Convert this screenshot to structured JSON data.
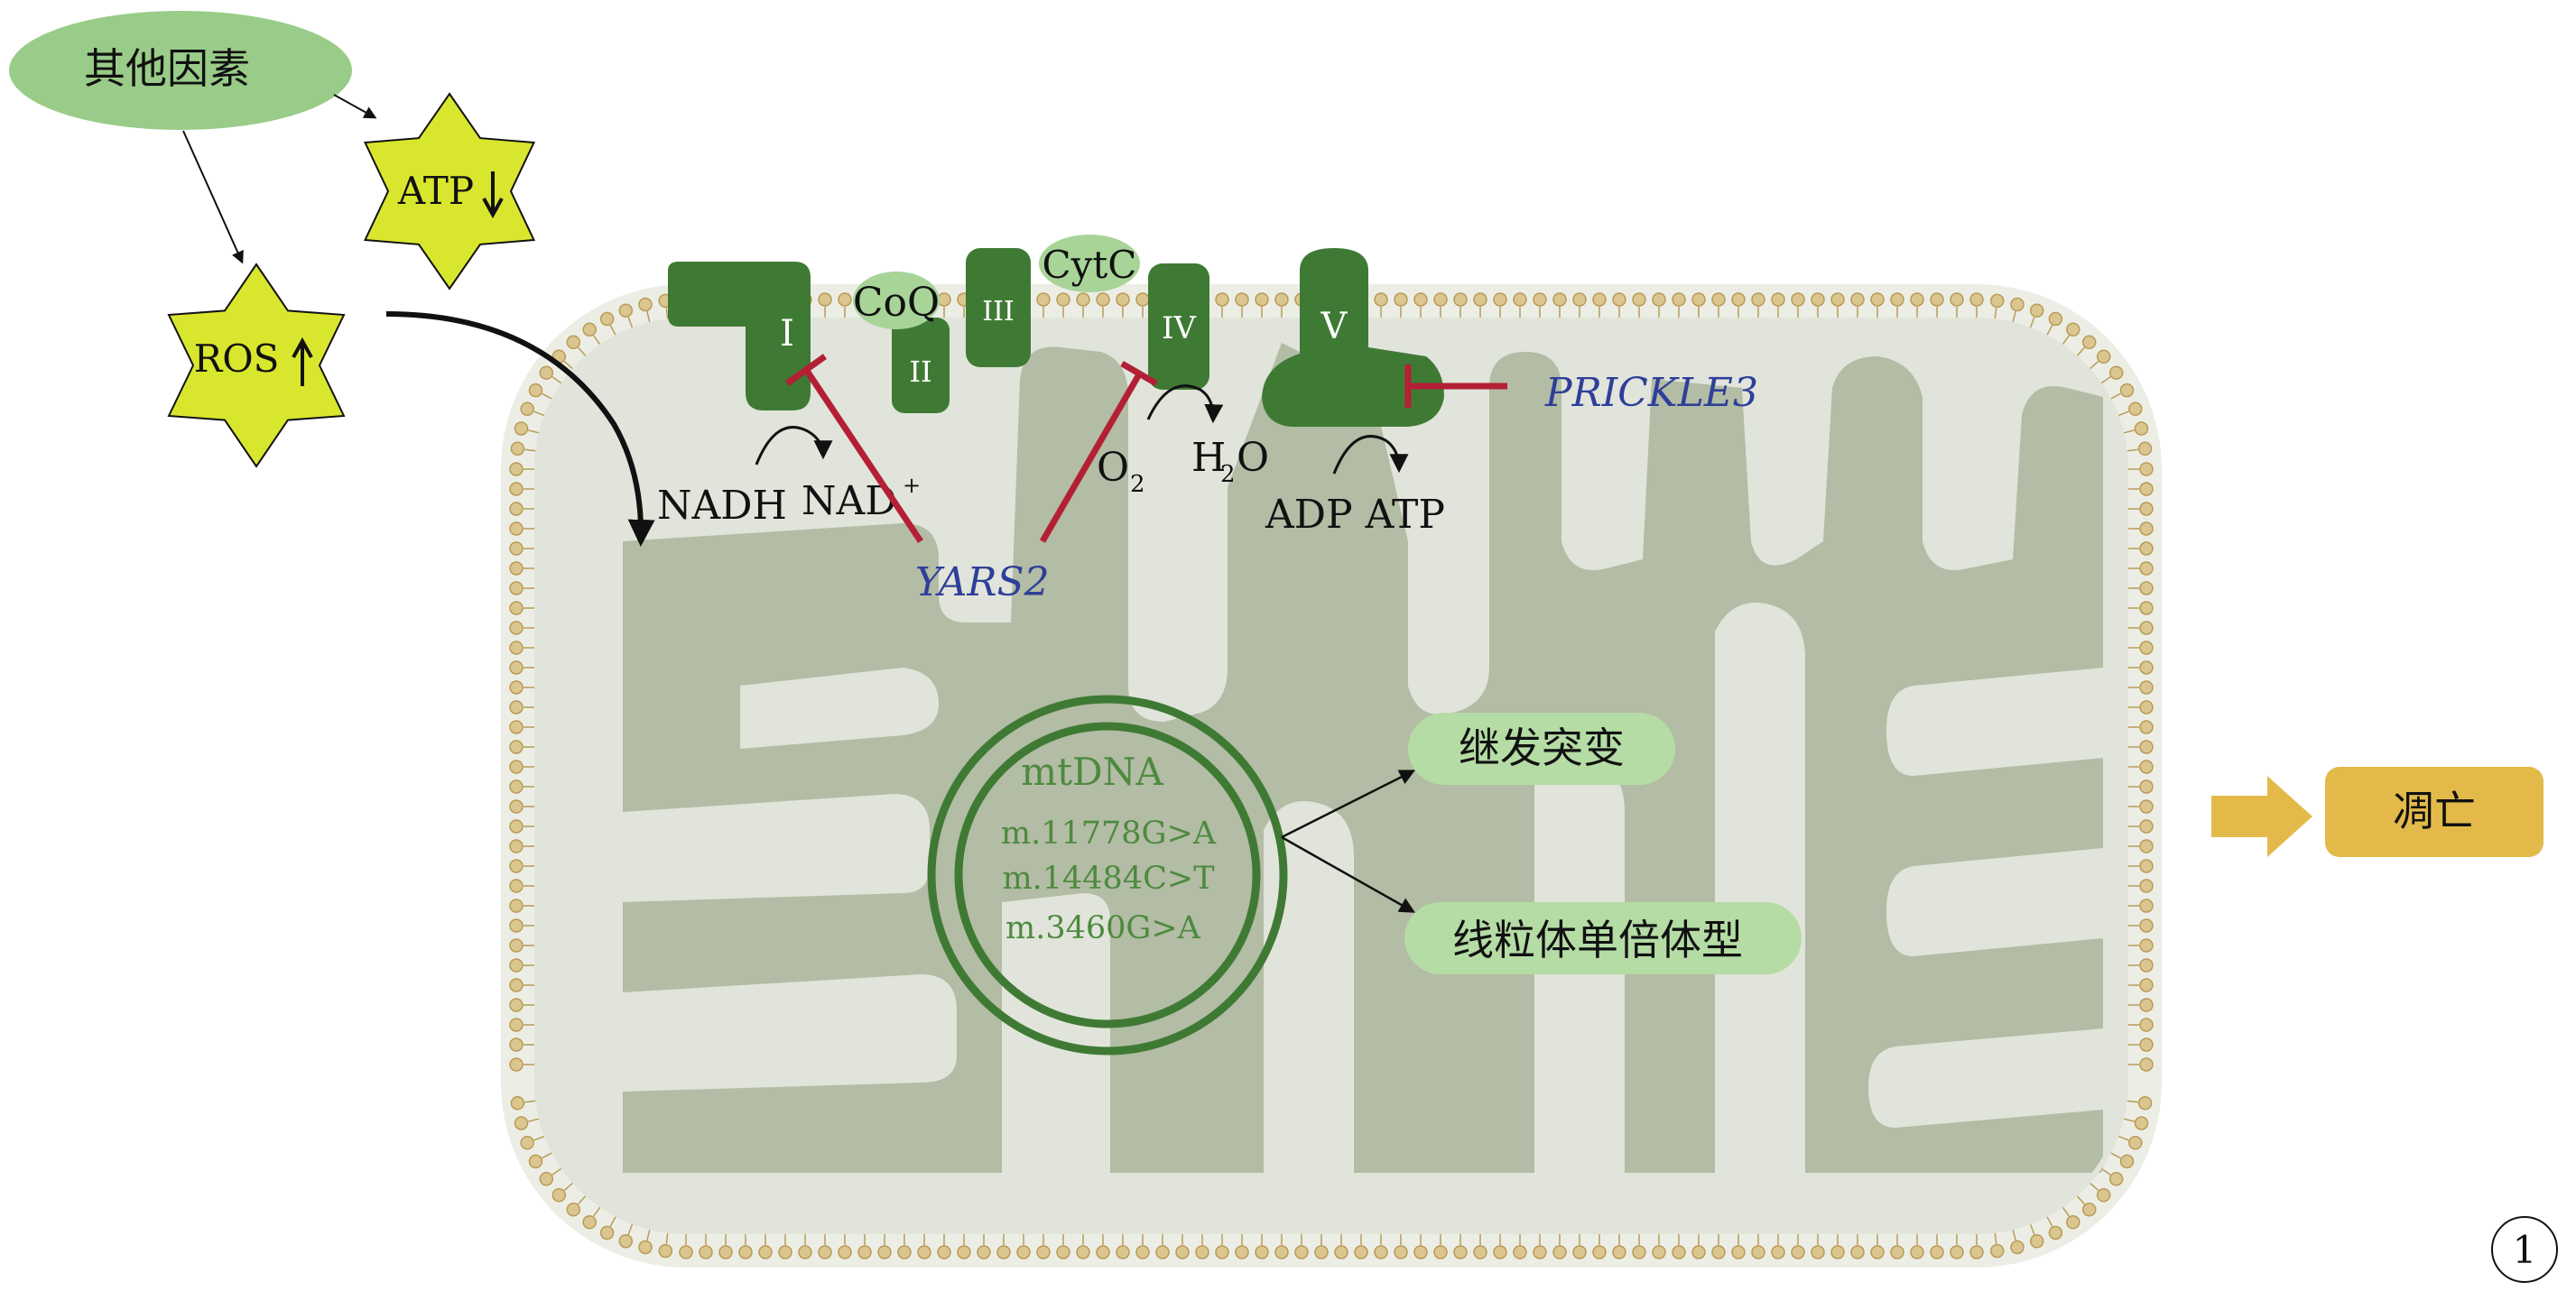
{
  "labels": {
    "other_factors": "其他因素",
    "atp_down": "ATP",
    "ros_up": "ROS",
    "nadh": "NADH",
    "nad": "NAD",
    "nad_sup": "+",
    "o2": "O",
    "o2_sub": "2",
    "h2o_h": "H",
    "h2o_sub": "2",
    "h2o_o": "O",
    "adp_atp": "ADP ATP",
    "coq": "CoQ",
    "cytc": "CytC",
    "complex_1": "I",
    "complex_2": "II",
    "complex_3": "III",
    "complex_4": "IV",
    "complex_5": "V",
    "yars2": "YARS2",
    "prickle3": "PRICKLE3",
    "mtdna": "mtDNA",
    "mutations": [
      "m.11778G>A",
      "m.14484C>T",
      "m.3460G>A"
    ],
    "secondary_mutation": "继发突变",
    "haplogroup": "线粒体单倍体型",
    "apoptosis": "凋亡",
    "panel_number": "1"
  },
  "colors": {
    "dark_green": "#3f7a34",
    "light_green_node": "#9ccf8c",
    "pale_green_box": "#b5dca5",
    "star_yellow": "#d9e62e",
    "cell_fill": "#e2e5db",
    "cristae": "#b5bea6",
    "membrane_bead": "#d6c28c",
    "inhibitor_red": "#b32035",
    "gene_blue": "#2e3f9a",
    "apoptosis_gold": "#e3ba4a",
    "mtdna_text": "#4d8a3f"
  },
  "icons": [
    "star-atp-icon",
    "star-ros-icon",
    "down-arrow-icon",
    "up-arrow-icon",
    "right-block-arrow-icon"
  ]
}
